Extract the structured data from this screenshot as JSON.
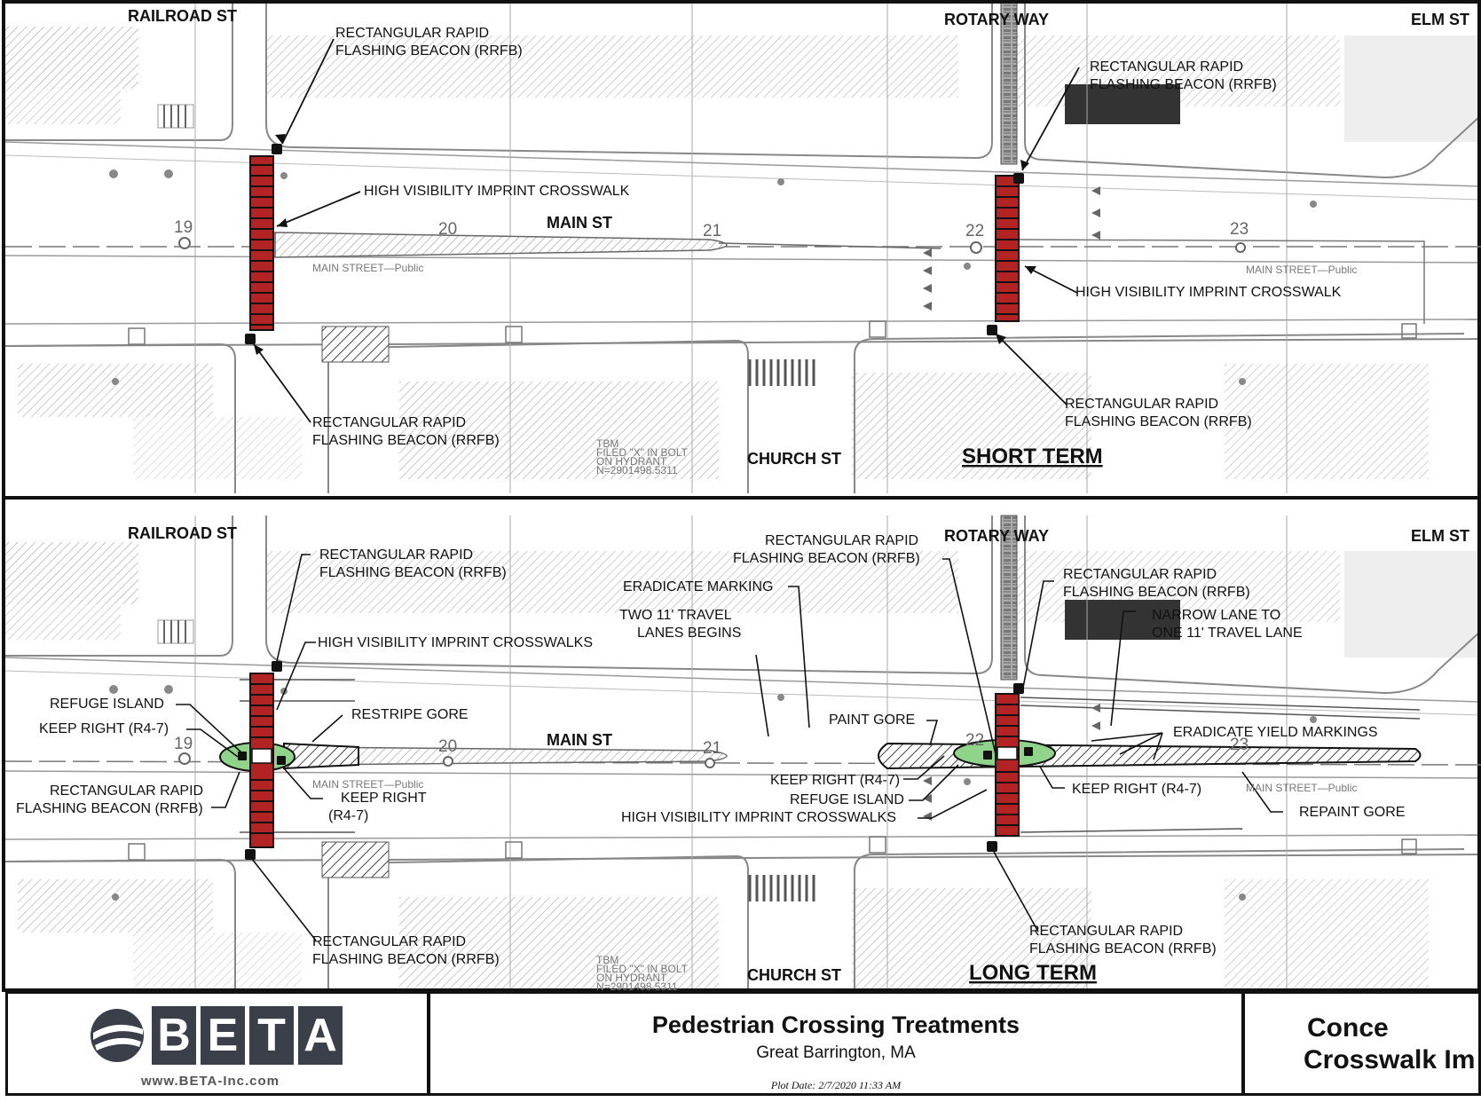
{
  "colors": {
    "crosswalk": "#b32323",
    "island": "#8fd48a",
    "linework": "#9a9a9a",
    "ink": "#111111",
    "logo": "#3a3f4a"
  },
  "panels": [
    {
      "heading": "SHORT TERM",
      "streets": {
        "railroad": "RAILROAD ST",
        "rotary": "ROTARY WAY",
        "elm": "ELM ST",
        "main": "MAIN ST",
        "church": "CHURCH ST"
      },
      "stations": [
        "19",
        "20",
        "21",
        "22",
        "23"
      ],
      "faint": {
        "main_public_1": "MAIN  STREET—Public",
        "main_public_2": "MAIN  STREET—Public",
        "hydrant": [
          "TBM",
          "FILED \"X\" IN BOLT",
          "ON HYDRANT",
          "N=2901498.5311"
        ]
      },
      "callouts": {
        "rrfb_nw": [
          "RECTANGULAR RAPID",
          "FLASHING BEACON (RRFB)"
        ],
        "crosswalk_w": "HIGH VISIBILITY IMPRINT CROSSWALK",
        "rrfb_sw": [
          "RECTANGULAR RAPID",
          "FLASHING BEACON (RRFB)"
        ],
        "rrfb_ne": [
          "RECTANGULAR RAPID",
          "FLASHING BEACON (RRFB)"
        ],
        "crosswalk_e": "HIGH VISIBILITY IMPRINT CROSSWALK",
        "rrfb_se": [
          "RECTANGULAR RAPID",
          "FLASHING BEACON (RRFB)"
        ]
      }
    },
    {
      "heading": "LONG TERM",
      "streets": {
        "railroad": "RAILROAD ST",
        "rotary": "ROTARY WAY",
        "elm": "ELM ST",
        "main": "MAIN ST",
        "church": "CHURCH ST"
      },
      "stations": [
        "19",
        "20",
        "21",
        "22",
        "23"
      ],
      "faint": {
        "main_public_1": "MAIN  STREET—Public",
        "main_public_2": "MAIN  STREET—Public",
        "hydrant": [
          "TBM",
          "FILED \"X\" IN BOLT",
          "ON HYDRANT",
          "N=2901498.5311"
        ]
      },
      "callouts": {
        "rrfb_nw": [
          "RECTANGULAR RAPID",
          "FLASHING BEACON (RRFB)"
        ],
        "crosswalks_w": "HIGH VISIBILITY IMPRINT CROSSWALKS",
        "refuge_w": "REFUGE ISLAND",
        "keep_right_w1": "KEEP RIGHT (R4-7)",
        "restripe_gore": "RESTRIPE GORE",
        "rrfb_w_left": [
          "RECTANGULAR RAPID",
          "FLASHING BEACON (RRFB)"
        ],
        "keep_right_w2": [
          "KEEP RIGHT",
          "(R4-7)"
        ],
        "rrfb_sw": [
          "RECTANGULAR RAPID",
          "FLASHING BEACON (RRFB)"
        ],
        "eradicate_marking": "ERADICATE MARKING",
        "two_lanes": [
          "TWO 11' TRAVEL",
          "LANES BEGINS"
        ],
        "rrfb_mid": [
          "RECTANGULAR RAPID",
          "FLASHING BEACON (RRFB)"
        ],
        "paint_gore": "PAINT GORE",
        "keep_right_e1": "KEEP RIGHT (R4-7)",
        "refuge_e": "REFUGE ISLAND",
        "crosswalks_e": "HIGH VISIBILITY IMPRINT CROSSWALKS",
        "rrfb_ne": [
          "RECTANGULAR RAPID",
          "FLASHING BEACON (RRFB)"
        ],
        "narrow_lane": [
          "NARROW LANE TO",
          "ONE 11' TRAVEL LANE"
        ],
        "eradicate_yield": "ERADICATE YIELD MARKINGS",
        "keep_right_e2": "KEEP RIGHT (R4-7)",
        "repaint_gore": "REPAINT GORE",
        "rrfb_se": [
          "RECTANGULAR RAPID",
          "FLASHING BEACON (RRFB)"
        ]
      }
    }
  ],
  "titleblock": {
    "logo_letters": [
      "B",
      "E",
      "T",
      "A"
    ],
    "logo_url": "www.BETA-Inc.com",
    "title": "Pedestrian Crossing Treatments",
    "location": "Great Barrington, MA",
    "plot_date": "Plot Date: 2/7/2020 11:33 AM",
    "right_line1": "Conce",
    "right_line2": "Crosswalk Im"
  }
}
